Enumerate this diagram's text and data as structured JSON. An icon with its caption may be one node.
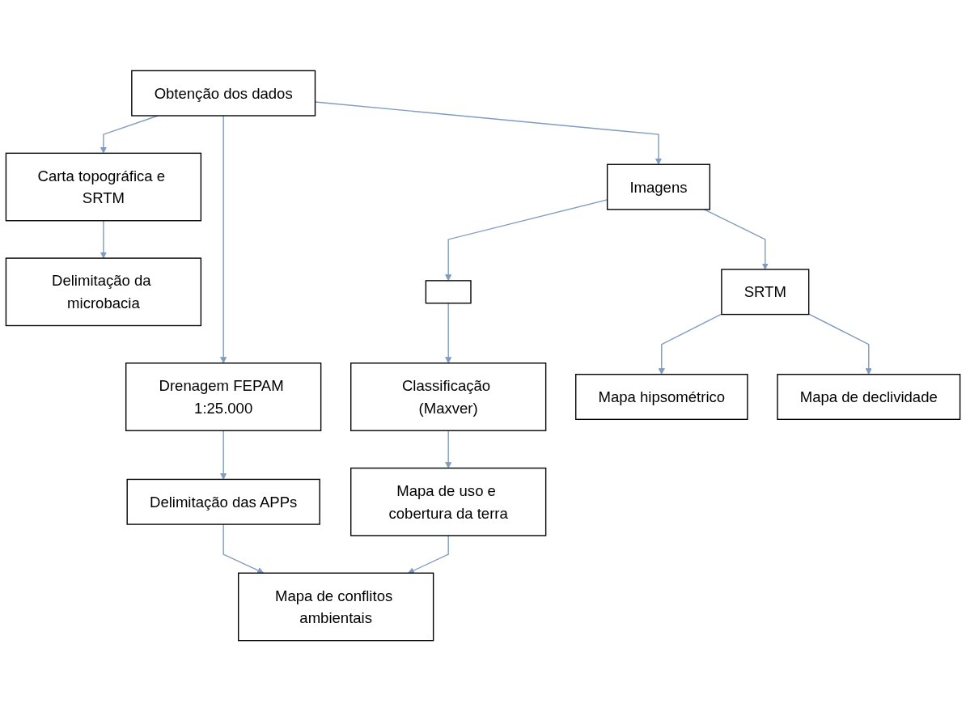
{
  "diagram": {
    "nodes": [
      {
        "text": [
          "Obtenção dos dados"
        ]
      },
      {
        "text": [
          "Carta topográfica e SRTM"
        ]
      },
      {
        "text": [
          "Drenagem FEPAM 1:25.000"
        ]
      },
      {
        "text": [
          "Imagens"
        ]
      },
      {
        "text": [
          "Delimitação da microbacia"
        ]
      },
      {
        "text": [
          "Delimitação das APPs"
        ]
      },
      {
        "text": [],
        "shape": "box"
      },
      {
        "text": [
          "SRTM"
        ]
      },
      {
        "text": [
          "Classificação (Maxver)"
        ]
      },
      {
        "text": [
          "Mapa  hipsométrico"
        ]
      },
      {
        "text": [
          "Mapa de uso e cobertura da terra"
        ]
      },
      {
        "text": [
          "Mapa de declividade"
        ]
      },
      {
        "text": [
          "Mapa de conflitos ambientais"
        ]
      }
    ],
    "edges": [
      {
        "from": 0,
        "to": 1,
        "arrow": "to"
      },
      {
        "from": 0,
        "to": 2,
        "arrow": "to"
      },
      {
        "from": 0,
        "to": 3,
        "arrow": "to"
      },
      {
        "from": 1,
        "to": 4,
        "arrow": "to"
      },
      {
        "from": 2,
        "to": 5,
        "arrow": "to"
      },
      {
        "from": 3,
        "to": 6,
        "arrow": "to"
      },
      {
        "from": 3,
        "to": 7,
        "arrow": "to"
      },
      {
        "from": 5,
        "to": 12,
        "arrow": "to"
      },
      {
        "from": 6,
        "to": 8,
        "arrow": "to"
      },
      {
        "from": 7,
        "to": 9,
        "arrow": "to"
      },
      {
        "from": 7,
        "to": 11,
        "arrow": "to"
      },
      {
        "from": 8,
        "to": 10,
        "arrow": "to"
      },
      {
        "from": 10,
        "to": 12,
        "arrow": "to"
      }
    ]
  }
}
